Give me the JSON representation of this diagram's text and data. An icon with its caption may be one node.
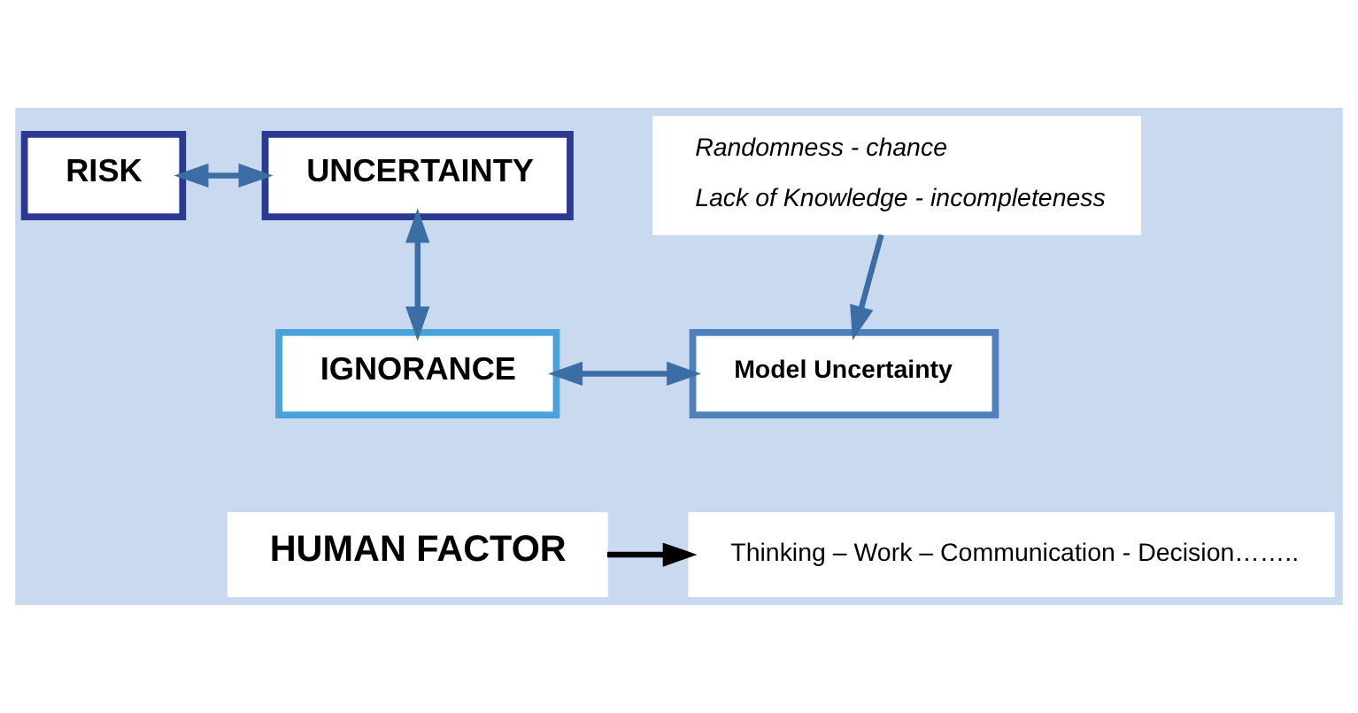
{
  "diagram": {
    "nodes": [
      {
        "text": [
          "RISK"
        ]
      },
      {
        "text": [
          "UNCERTAINTY"
        ]
      },
      {
        "text": [
          "Randomness - chance",
          "Lack of Knowledge - incompleteness"
        ]
      },
      {
        "text": [
          "IGNORANCE"
        ]
      },
      {
        "text": [
          "Model Uncertainty"
        ]
      },
      {
        "text": [
          "HUMAN FACTOR"
        ]
      },
      {
        "text": [
          "Thinking – Work – Communication - Decision…….."
        ]
      }
    ],
    "edges": [
      {
        "from": 0,
        "to": 1,
        "arrow": "both"
      },
      {
        "from": 1,
        "to": 3,
        "arrow": "both"
      },
      {
        "from": 2,
        "to": 4,
        "arrow": "to"
      },
      {
        "from": 3,
        "to": 4,
        "arrow": "both"
      },
      {
        "from": 5,
        "to": 6,
        "arrow": "to",
        "color": "#000000"
      }
    ]
  }
}
